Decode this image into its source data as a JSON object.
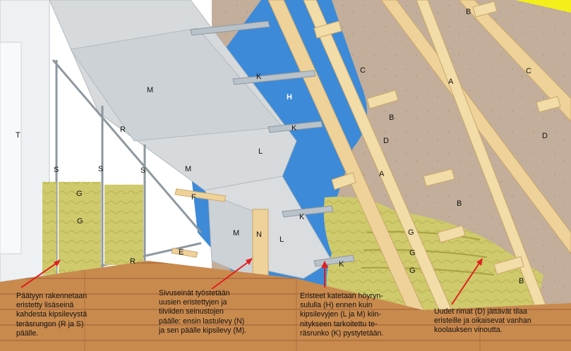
{
  "labels": {
    "A": "A",
    "B": "B",
    "C": "C",
    "D": "D",
    "E": "E",
    "F": "F",
    "G": "G",
    "H": "H",
    "K": "K",
    "L": "L",
    "M": "M",
    "N": "N",
    "R": "R",
    "S": "S",
    "T": "T"
  },
  "captions": {
    "gable": "Päätyyn rakennetaan\neristetty lisäseinä\nkahdesta kipsilevystä\nteräsrungon (R ja S)\npäälle.",
    "sidewall": "Sivuseinät työstetään\nuusien eristettyjen ja\ntiiviiden seinustojen\npäälle: ensin lastulevy (N)\nja sen päälle kipsilevy (M).",
    "insulation": "Eristeet katetaan höyryn-\nsululla (H) ennen kuin\nkipsilevyjen (L ja M) kiin-\nnitykseen tarkoitettu te-\nräsrunko (K) pystytetään.",
    "battens": "Uudet rimat (D) jättävät tilaa\neristeille ja oikaisevat vanhan\nkoolauksen vinoutta."
  },
  "colors": {
    "floor": "#c98a4e",
    "vapor_barrier": "#3d8ad8",
    "gypsum_board": "#d6dadd",
    "roof_underlay": "#c2ae9a",
    "insulation": "#cfca6c",
    "timber": "#efd29a",
    "arrow": "#e02020",
    "accent": "#f4ef1a"
  }
}
